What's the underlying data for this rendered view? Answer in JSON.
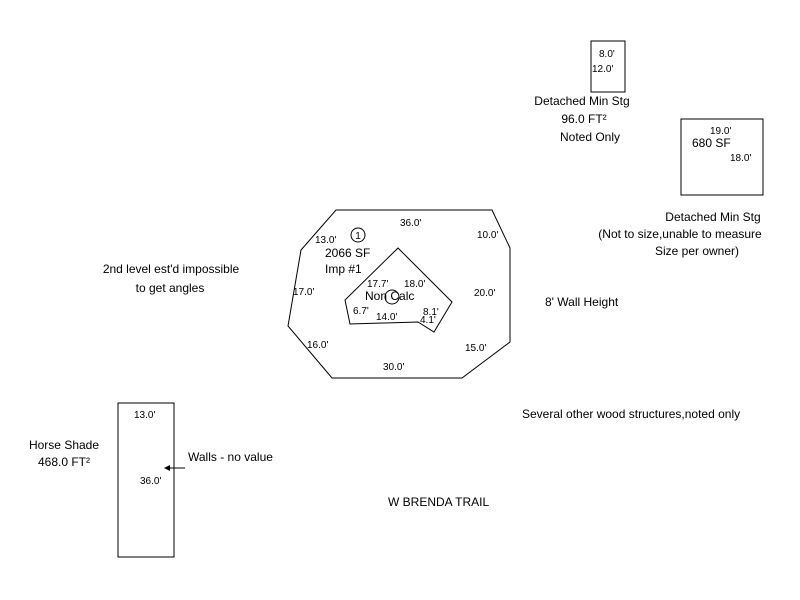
{
  "main_building": {
    "marker": "1",
    "area": "2066 SF",
    "imp": "Imp #1",
    "dims": {
      "top": "36.0'",
      "top_left": "13.0'",
      "top_right": "10.0'",
      "left": "17.0'",
      "right": "20.0'",
      "bottom_left": "16.0'",
      "bottom_right": "15.0'",
      "bottom": "30.0'"
    }
  },
  "non_calc": {
    "label": "Non Calc",
    "dims": {
      "upper_left": "17.7'",
      "upper_right": "18.0'",
      "left": "6.7'",
      "bottom": "14.0'",
      "right_a": "8.1'",
      "right_b": "4.1'"
    }
  },
  "detached_small": {
    "dim_width": "8.0'",
    "dim_length": "12.0'",
    "title": "Detached Min Stg",
    "area": "96.0 FT²",
    "note": "Noted Only"
  },
  "detached_large": {
    "dim_width": "19.0'",
    "dim_height": "18.0'",
    "area": "680 SF",
    "title": "Detached Min Stg",
    "note_line1": "(Not to size,unable to measure",
    "note_line2": "Size per owner)"
  },
  "horse_shade": {
    "dim_width": "13.0'",
    "dim_length": "36.0'",
    "title": "Horse Shade",
    "area": "468.0 FT²",
    "pointer_note": "Walls - no value"
  },
  "notes": {
    "second_level_line1": "2nd level est'd impossible",
    "second_level_line2": "to get angles",
    "wall_height": "8' Wall Height",
    "other_structures": "Several other wood structures,noted only",
    "street": "W BRENDA TRAIL"
  }
}
